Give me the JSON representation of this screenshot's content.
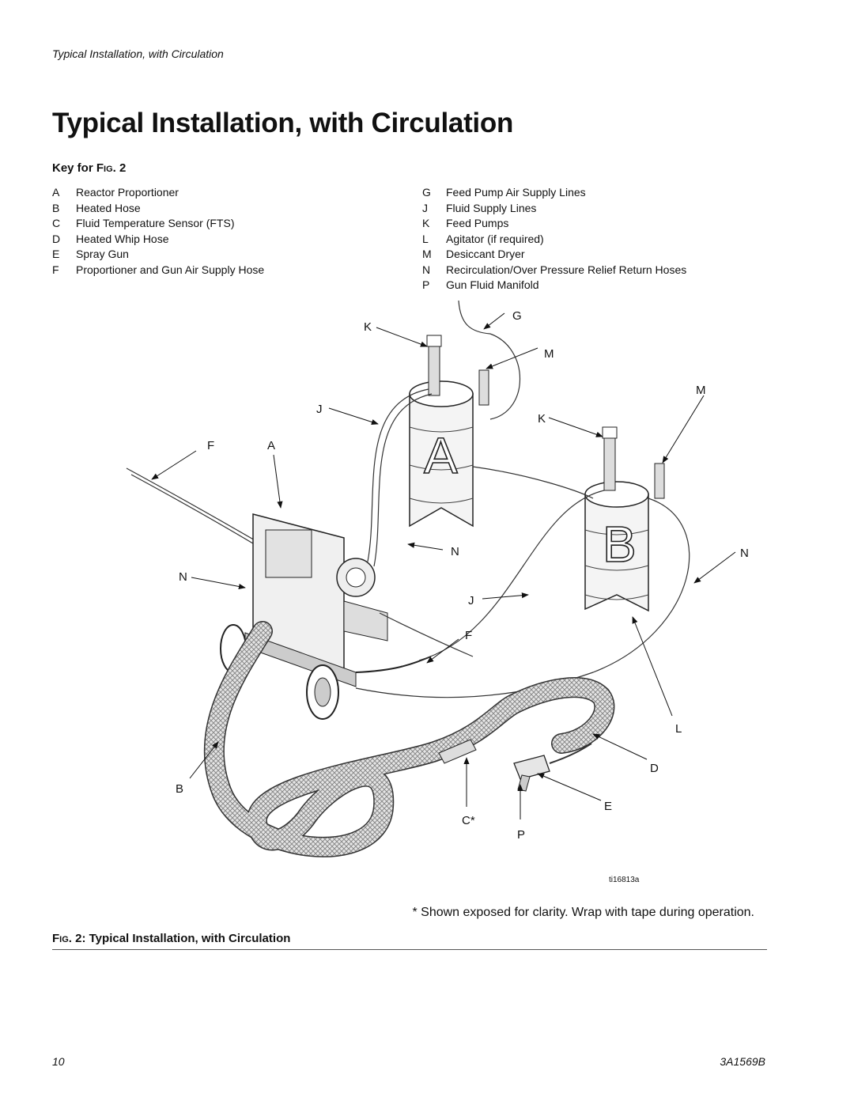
{
  "header": {
    "running_title": "Typical Installation, with Circulation",
    "page_title": "Typical Installation, with Circulation"
  },
  "key": {
    "heading_prefix": "Key for F",
    "heading_sc": "IG",
    "heading_suffix": ". 2",
    "left_items": [
      {
        "letter": "A",
        "text": "Reactor Proportioner"
      },
      {
        "letter": "B",
        "text": "Heated Hose"
      },
      {
        "letter": "C",
        "text": "Fluid Temperature Sensor (FTS)"
      },
      {
        "letter": "D",
        "text": "Heated Whip Hose"
      },
      {
        "letter": "E",
        "text": "Spray Gun"
      },
      {
        "letter": "F",
        "text": "Proportioner and Gun Air Supply Hose"
      }
    ],
    "right_items": [
      {
        "letter": "G",
        "text": "Feed Pump Air Supply Lines"
      },
      {
        "letter": "J",
        "text": "Fluid Supply Lines"
      },
      {
        "letter": "K",
        "text": "Feed Pumps"
      },
      {
        "letter": "L",
        "text": "Agitator (if required)"
      },
      {
        "letter": "M",
        "text": "Desiccant Dryer"
      },
      {
        "letter": "N",
        "text": "Recirculation/Over Pressure Relief Return Hoses"
      },
      {
        "letter": "P",
        "text": "Gun Fluid Manifold"
      }
    ]
  },
  "figure": {
    "callouts": {
      "G": "G",
      "K1": "K",
      "M1": "M",
      "M2": "M",
      "J1": "J",
      "K2": "K",
      "F1": "F",
      "A": "A",
      "N1": "N",
      "N2": "N",
      "N3": "N",
      "J2": "J",
      "F2": "F",
      "L": "L",
      "D": "D",
      "B": "B",
      "E": "E",
      "C": "C*",
      "P": "P"
    },
    "drum_labels": {
      "a": "A",
      "b": "B"
    },
    "image_ref": "ti16813a",
    "note": "* Shown exposed for clarity. Wrap with tape during operation.",
    "caption_prefix": "F",
    "caption_sc": "IG",
    "caption_suffix": ". 2: Typical Installation, with Circulation"
  },
  "footer": {
    "page_number": "10",
    "doc_number": "3A1569B"
  }
}
